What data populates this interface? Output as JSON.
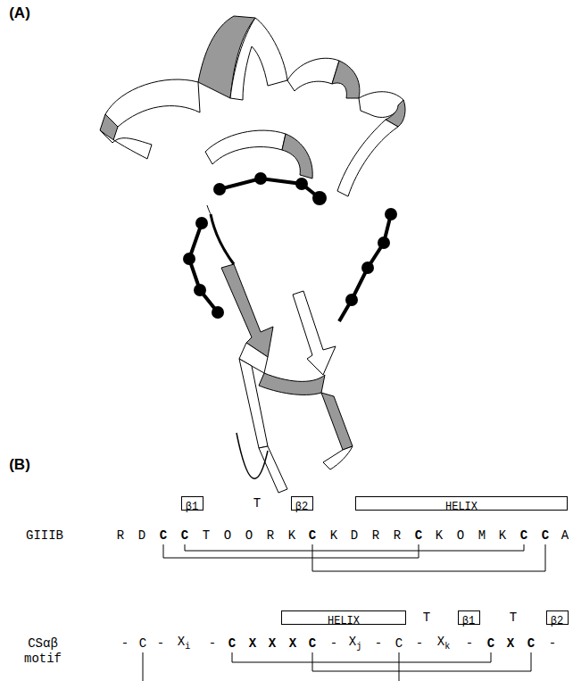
{
  "diagram": {
    "nodes": [
      {
        "text": [
          "β1"
        ]
      },
      {
        "text": [
          "β2"
        ]
      },
      {
        "text": [
          "HELIX"
        ]
      },
      {
        "text": [
          "HELIX"
        ]
      },
      {
        "text": [
          "β1"
        ]
      },
      {
        "text": [
          "β2"
        ]
      }
    ],
    "labels": [
      "(A)",
      "(B)",
      "T",
      "GIIIB",
      "R",
      "D",
      "C",
      "C",
      "T",
      "O",
      "O",
      "R",
      "K",
      "C",
      "K",
      "D",
      "R",
      "R",
      "C",
      "K",
      "O",
      "M",
      "K",
      "C",
      "C",
      "A",
      "T",
      "T",
      "CSαβ",
      "motif",
      "-",
      "C",
      "-",
      "Xi",
      "-",
      "C",
      "X",
      "X",
      "X",
      "C",
      "-",
      "Xj",
      "-",
      "C",
      "-",
      "Xk",
      "-",
      "C",
      "X",
      "C",
      "-"
    ]
  }
}
